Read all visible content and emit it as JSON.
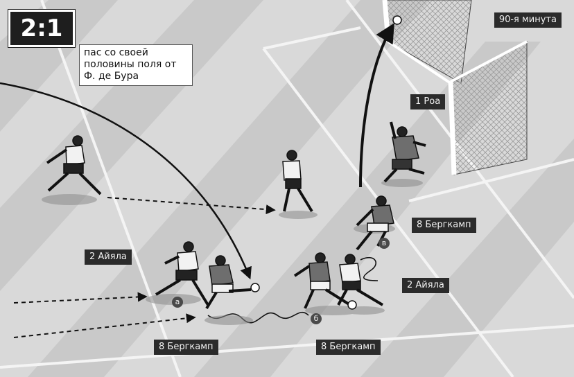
{
  "score": "2:1",
  "minute": "90-я минута",
  "callout": "пас со своей половины поля от Ф. де Бура",
  "players": {
    "roa": "1 Роа",
    "bergkamp_right": "8 Бергкамп",
    "ayala_left": "2 Айяла",
    "ayala_right": "2 Айяла",
    "bergkamp_bottom_left": "8 Бергкамп",
    "bergkamp_bottom_mid": "8 Бергкамп"
  },
  "markers": {
    "a": "а",
    "b": "б",
    "v": "в"
  }
}
